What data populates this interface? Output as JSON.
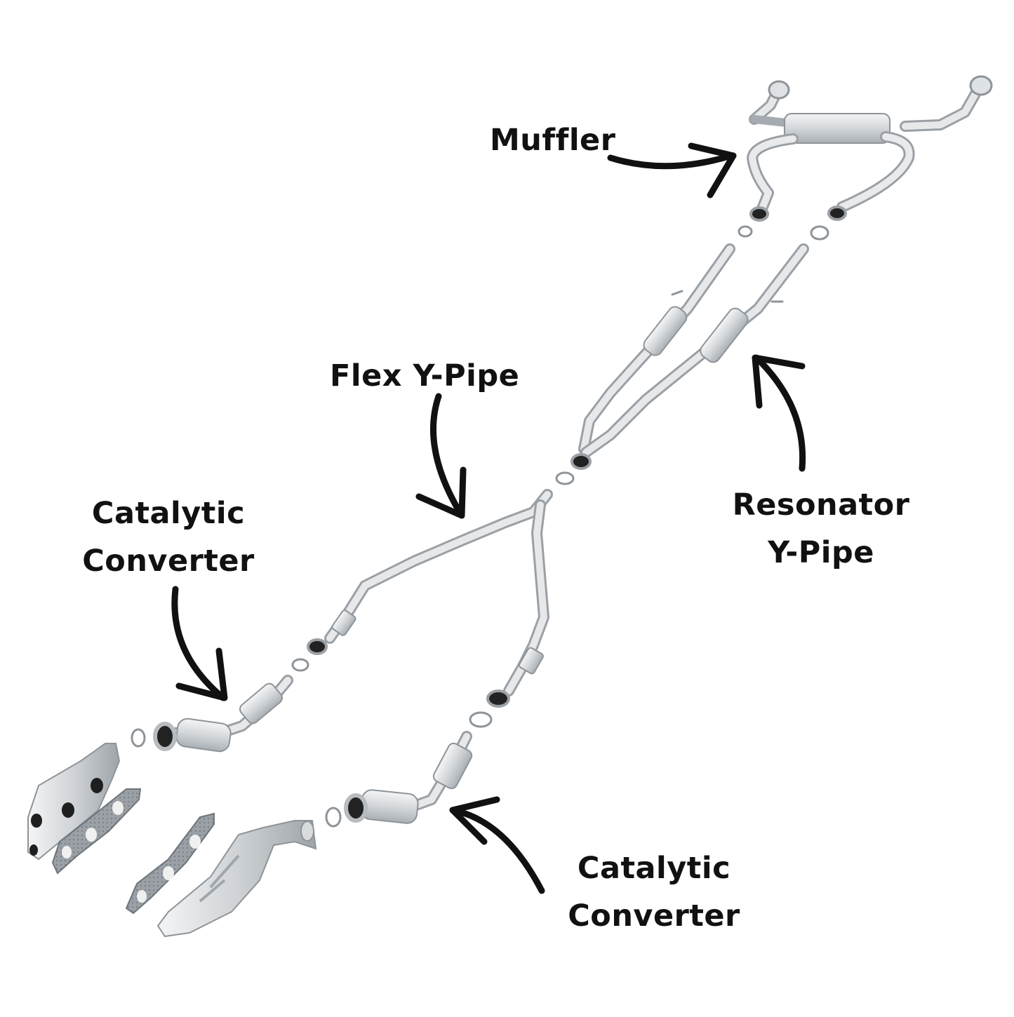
{
  "colors": {
    "background": "#ffffff",
    "label_text": "#111111",
    "arrow": "#111111",
    "metal_light": "#eceeef",
    "metal_mid": "#c9cdd0",
    "metal_dark": "#8e9499",
    "gasket_dark": "#7f868c"
  },
  "labels": {
    "muffler": "Muffler",
    "flex_y_pipe": "Flex Y-Pipe",
    "resonator_line1": "Resonator",
    "resonator_line2": "Y-Pipe",
    "cat_left_line1": "Catalytic",
    "cat_left_line2": "Converter",
    "cat_bottom_line1": "Catalytic",
    "cat_bottom_line2": "Converter"
  },
  "icons": {
    "arrow": "curved-arrow-icon"
  }
}
